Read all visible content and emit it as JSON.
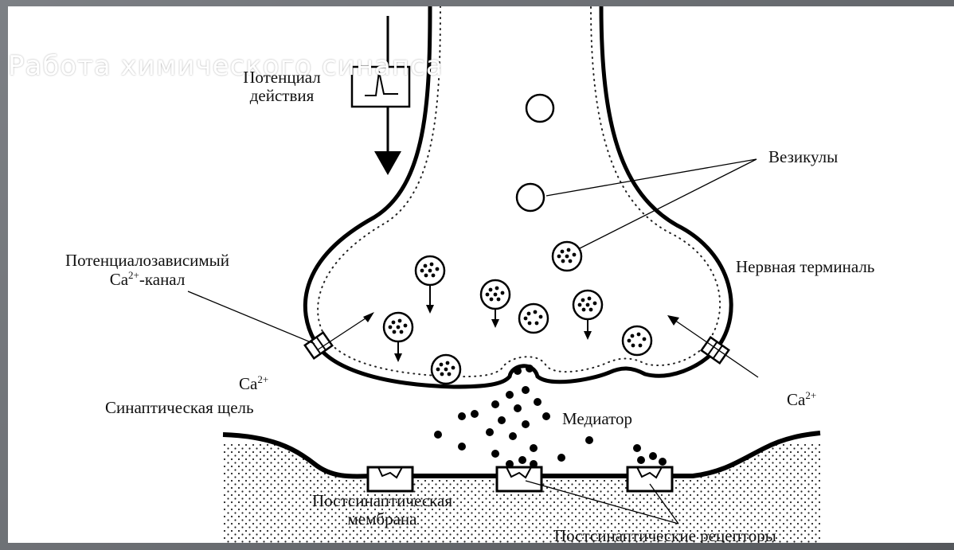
{
  "labels": {
    "action_potential": [
      "Потенциал",
      "действия"
    ],
    "vesicles": "Везикулы",
    "vg_channel_line1": "Потенциалозависимый",
    "vg_channel_line2_prefix": "Ca",
    "vg_channel_line2_sup": "2+",
    "vg_channel_line2_suffix": "-канал",
    "nerve_terminal": "Нервная терминаль",
    "ca_left": "Ca",
    "ca_left_sup": "2+",
    "ca_right": "Ca",
    "ca_right_sup": "2+",
    "synaptic_cleft": "Синаптическая щель",
    "mediator": "Медиатор",
    "postsynaptic_membrane": [
      "Постсинаптическая",
      "мембрана"
    ],
    "postsynaptic_receptors": "Постсинаптические рецепторы"
  },
  "overlay_title": "Работа химического синапса"
}
